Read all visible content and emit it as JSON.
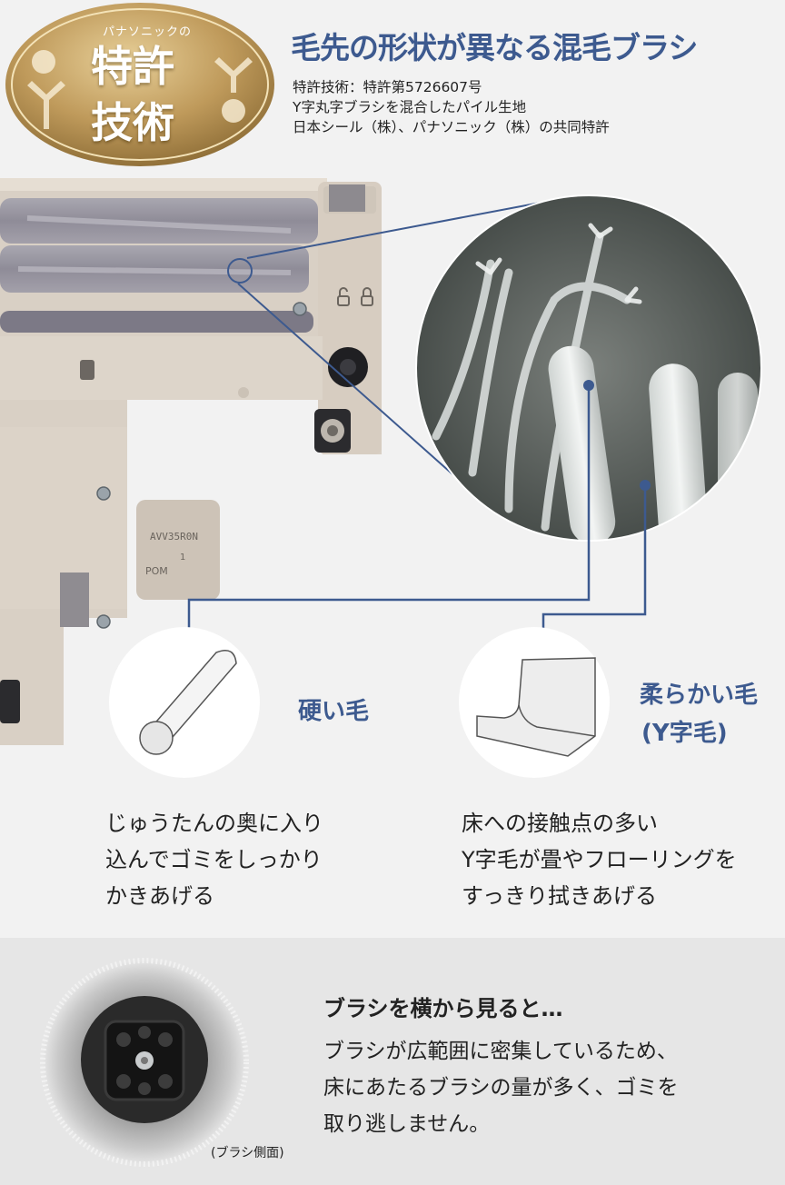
{
  "badge": {
    "small_text": "パナソニックの",
    "line1": "特許",
    "line2": "技術"
  },
  "header": {
    "title": "毛先の形状が異なる混毛ブラシ",
    "patent_lines": [
      "特許技術：特許第5726607号",
      "Y字丸字ブラシを混合したパイル生地",
      "日本シール（株）、パナソニック（株）の共同特許"
    ]
  },
  "product": {
    "model_label": "AVV35R0N",
    "lever_label": "1",
    "lever_mark": "POM"
  },
  "bristles": {
    "hard": {
      "label": "硬い毛",
      "desc": [
        "じゅうたんの奥に入り",
        "込んでゴミをしっかり",
        "かきあげる"
      ]
    },
    "soft": {
      "label1": "柔らかい毛",
      "label2": "(Y字毛)",
      "desc": [
        "床への接触点の多い",
        "Y字毛が畳やフローリングを",
        "すっきり拭きあげる"
      ]
    }
  },
  "side_view": {
    "title": "ブラシを横から見ると…",
    "lines": [
      "ブラシが広範囲に密集しているため、",
      "床にあたるブラシの量が多く、ゴミを",
      "取り逃しません。"
    ],
    "caption": "(ブラシ側面)"
  },
  "colors": {
    "accent": "#3d5a8f",
    "gold": "#b89556",
    "body": "#d8cfc4",
    "panel": "#e6e6e6"
  }
}
